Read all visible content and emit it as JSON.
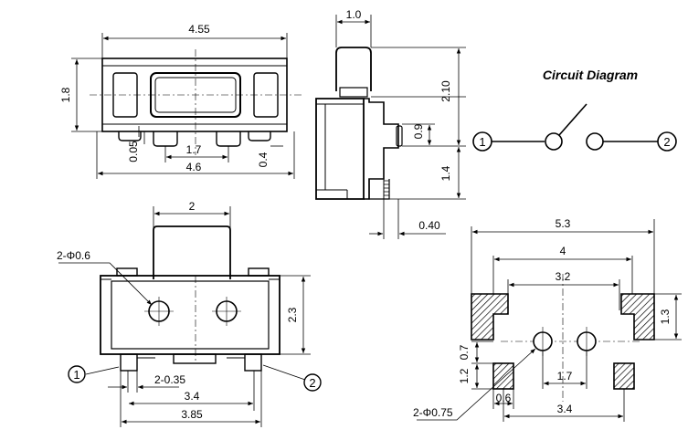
{
  "colors": {
    "ink": "#000000",
    "paper": "#ffffff",
    "hatch": "#000000"
  },
  "circuit": {
    "title": "Circuit Diagram",
    "pin1": "1",
    "pin2": "2"
  },
  "top_view": {
    "width_total": "4.55",
    "height": "1.8",
    "pin_pitch": "1.7",
    "pin_span": "4.6",
    "pin_gap": "0.05",
    "pin_depth": "0.4"
  },
  "side_view": {
    "actuator_width": "1.0",
    "actuator_height": "2.10",
    "body_upper": "0.9",
    "body_lower": "1.4",
    "lead_offset": "0.40"
  },
  "front_view": {
    "actuator_width": "2",
    "hole_label": "2-Φ0.6",
    "height": "2.3",
    "pin_label": "2-0.35",
    "pin_pitch": "3.4",
    "pin_span": "3.85",
    "pin1": "1",
    "pin2": "2"
  },
  "footprint": {
    "outer": "5.3",
    "middle": "4",
    "inner": "3.2",
    "pad_height": "1.3",
    "pad_gap": "0.7",
    "pad_depth": "1.2",
    "pad_width": "0.6",
    "hole_pitch": "1.7",
    "pad_pitch": "3.4",
    "hole_label": "2-Φ0.75"
  }
}
